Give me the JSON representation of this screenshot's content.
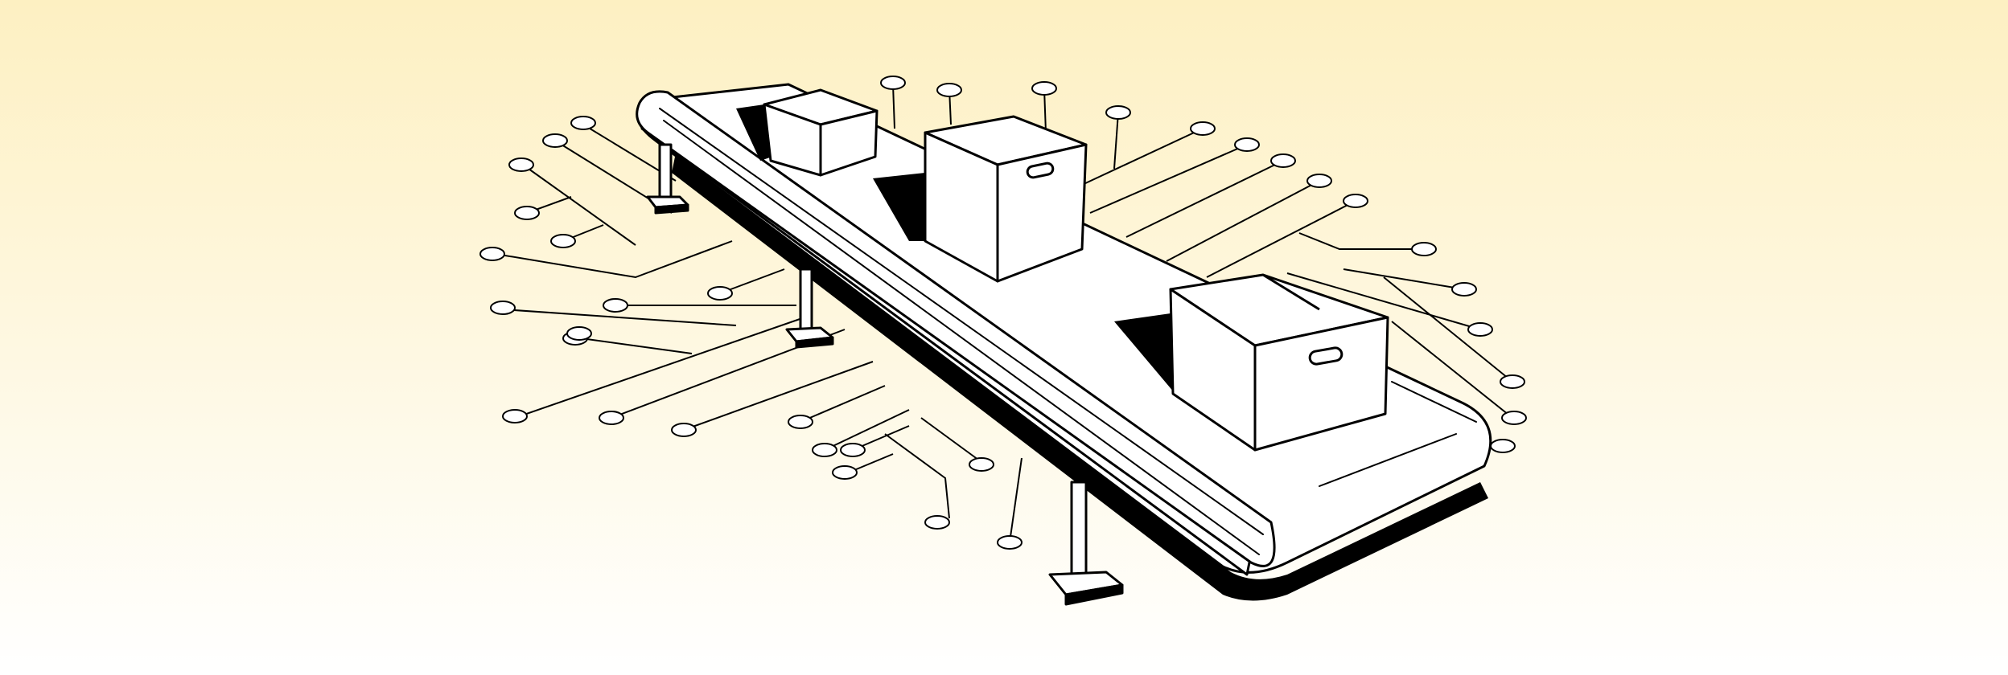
{
  "illustration": {
    "subject": "conveyor-belt-with-boxes",
    "style": "line-art",
    "colors": {
      "background_top": "#fdf0c2",
      "background_bottom": "#ffffff",
      "ink": "#000000",
      "paper": "#ffffff"
    },
    "box_count": 3,
    "node_count": 37
  }
}
